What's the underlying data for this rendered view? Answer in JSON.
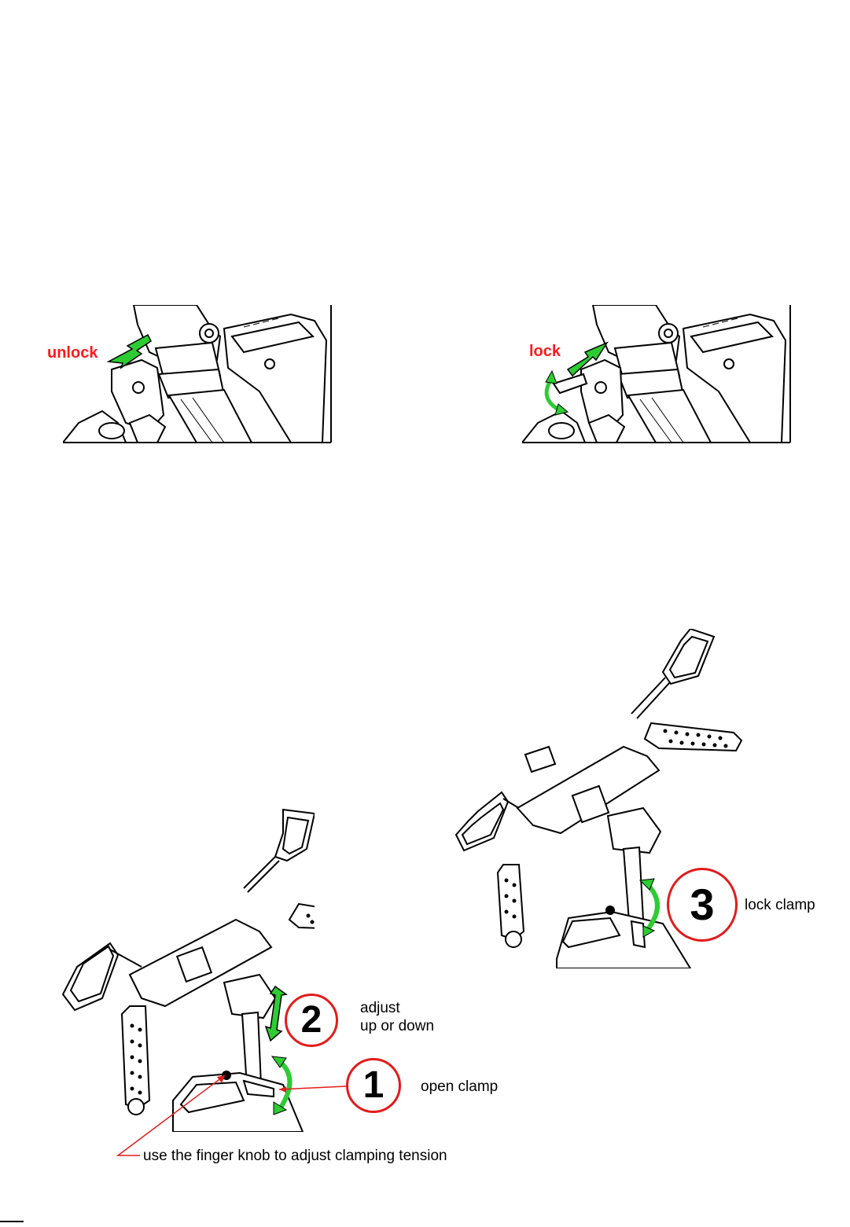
{
  "top_figures": {
    "unlock_label": "unlock",
    "lock_label": "lock"
  },
  "steps": {
    "step1": {
      "number": "1",
      "label": "open clamp"
    },
    "step2": {
      "number": "2",
      "label_line1": "adjust",
      "label_line2": "up or down"
    },
    "step3": {
      "number": "3",
      "label": "lock clamp"
    },
    "tension_note": "use the finger knob to adjust clamping tension"
  },
  "colors": {
    "accent_red": "#e31b1b",
    "arrow_green": "#2dcc33",
    "line_black": "#000000"
  }
}
